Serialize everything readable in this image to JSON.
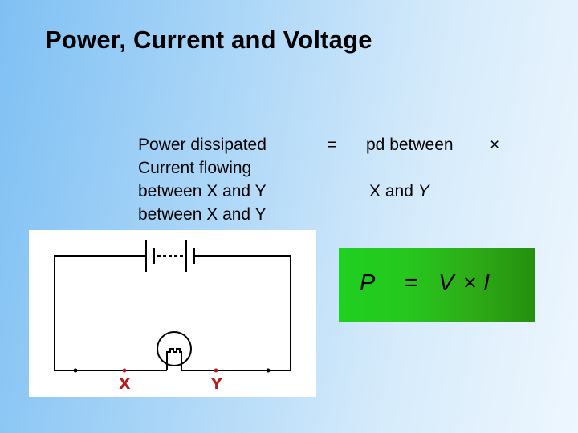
{
  "slide": {
    "title": "Power, Current and Voltage",
    "left_lines": [
      "Power dissipated",
      "Current flowing",
      "between X and Y",
      "between X and Y"
    ],
    "equals": "=",
    "pd_line": "pd between",
    "times": "×",
    "xy_line": {
      "prefix": "X and ",
      "y_italic": "Y"
    }
  },
  "circuit": {
    "label_x": "X",
    "label_y": "Y",
    "wire_color": "#000000",
    "label_color": "#b71c1c"
  },
  "formula": {
    "p": "P",
    "eq": "=",
    "v": "V",
    "times": "×",
    "i": "I",
    "box_color": "#2bbf1b"
  }
}
